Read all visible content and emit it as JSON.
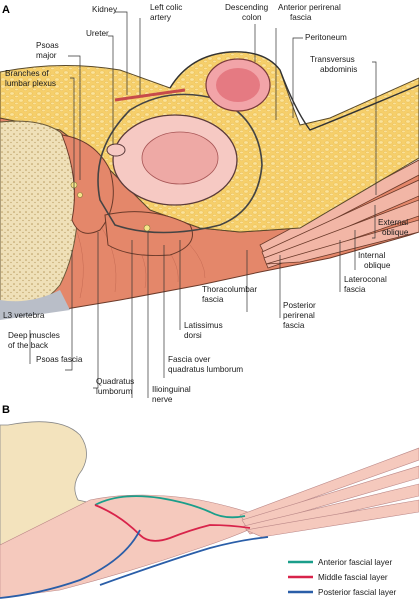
{
  "panels": {
    "a": "A",
    "b": "B"
  },
  "labels": {
    "kidney": "Kidney",
    "left_colic_artery": [
      "Left colic",
      "artery"
    ],
    "descending_colon": [
      "Descending",
      "colon"
    ],
    "anterior_perirenal_fascia": [
      "Anterior perirenal",
      "fascia"
    ],
    "peritoneum": "Peritoneum",
    "ureter": "Ureter",
    "psoas_major": [
      "Psoas",
      "major"
    ],
    "branches_lumbar_plexus": [
      "Branches of",
      "lumbar plexus"
    ],
    "transversus_abdominis": [
      "Transversus",
      "abdominis"
    ],
    "external_oblique": [
      "External",
      "oblique"
    ],
    "internal_oblique": [
      "Internal",
      "oblique"
    ],
    "lateroconal_fascia": [
      "Lateroconal",
      "fascia"
    ],
    "posterior_perirenal_fascia": [
      "Posterior",
      "perirenal",
      "fascia"
    ],
    "thoracolumbar_fascia": [
      "Thoracolumbar",
      "fascia"
    ],
    "latissimus_dorsi": [
      "Latissimus",
      "dorsi"
    ],
    "fascia_over_ql": [
      "Fascia over",
      "quadratus lumborum"
    ],
    "ilioinguinal_nerve": [
      "Ilioinguinal",
      "nerve"
    ],
    "quadratus_lumborum": [
      "Quadratus",
      "lumborum"
    ],
    "psoas_fascia": "Psoas fascia",
    "deep_muscles_back": [
      "Deep muscles",
      "of the back"
    ],
    "l3_vertebra": "L3 vertebra"
  },
  "legend": [
    {
      "label": "Anterior fascial layer",
      "color": "#1a9e8a"
    },
    {
      "label": "Middle fascial layer",
      "color": "#d8234a"
    },
    {
      "label": "Posterior fascial layer",
      "color": "#2a5ea8"
    }
  ],
  "colors": {
    "fat": "#f6cf6a",
    "muscle": "#e4876a",
    "muscle_b": "#f5c9bd",
    "bone": "#f3e3bd",
    "kidney": "#f6c9c3",
    "fascia": "#444444"
  }
}
